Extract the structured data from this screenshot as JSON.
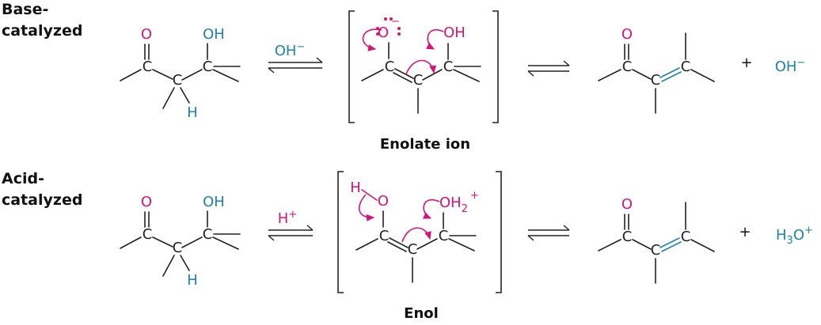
{
  "colors": {
    "black": "#222222",
    "oxygen": "#d4147a",
    "teal": "#1f82a8"
  },
  "rows": [
    {
      "label_lines": [
        "Base-",
        "catalyzed"
      ],
      "catalyst": {
        "main": "OH",
        "sup": "−"
      },
      "intermediate_name": "Enolate ion",
      "intermediate_oxygen": {
        "main": "O",
        "sup": "−"
      },
      "intermediate_oh": "OH",
      "byproduct": {
        "main": "OH",
        "sup": "−"
      },
      "byproduct_sub": ""
    },
    {
      "label_lines": [
        "Acid-",
        "catalyzed"
      ],
      "catalyst": {
        "main": "H",
        "sup": "+"
      },
      "intermediate_name": "Enol",
      "intermediate_h": "H",
      "intermediate_oxygen": {
        "main": "O",
        "sup": ""
      },
      "intermediate_oh": "OH",
      "intermediate_oh_sub": "2",
      "intermediate_oh_sup": "+",
      "byproduct": {
        "main": "H",
        "sup": "+"
      },
      "byproduct_sub": "3",
      "byproduct_tail": "O"
    }
  ],
  "atoms": {
    "carbon": "C",
    "oxygen": "O",
    "hydrogen": "H",
    "hydroxyl": "OH"
  },
  "plus": "+"
}
